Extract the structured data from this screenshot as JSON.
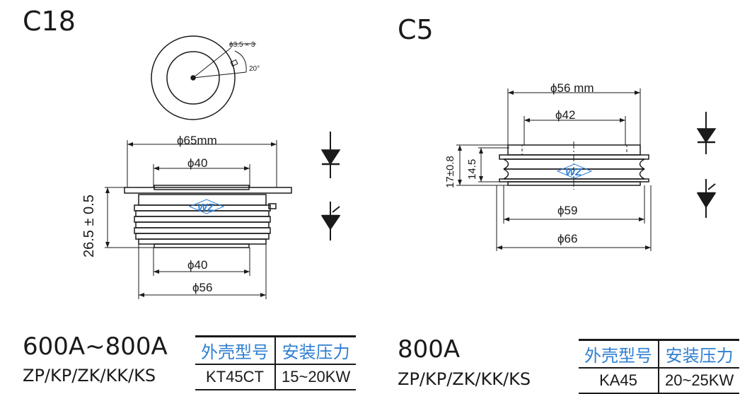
{
  "c18": {
    "title": "C18",
    "top_view": {
      "hole_label": "ϕ3.5 × 3",
      "angle_label": "20°"
    },
    "side_view": {
      "dim_top_outer": "ϕ65mm",
      "dim_top_inner": "ϕ40",
      "dim_height": "26.5 ± 0.5",
      "dim_bottom_inner": "ϕ40",
      "dim_bottom_outer": "ϕ56",
      "logo": "WZ"
    },
    "rating": "600A~800A",
    "types": "ZP/KP/ZK/KK/KS",
    "table": {
      "headers": [
        "外壳型号",
        "安装压力"
      ],
      "row": [
        "KT45CT",
        "15~20KW"
      ]
    }
  },
  "c5": {
    "title": "C5",
    "side_view": {
      "dim_top_outer": "ϕ56 mm",
      "dim_top_inner": "ϕ42",
      "dim_height_outer": "17±0.8",
      "dim_height_inner": "14.5",
      "dim_bottom_inner": "ϕ59",
      "dim_bottom_outer": "ϕ66",
      "logo": "WZ"
    },
    "rating": "800A",
    "types": "ZP/KP/ZK/KK/KS",
    "table": {
      "headers": [
        "外壳型号",
        "安装压力"
      ],
      "row": [
        "KA45",
        "20~25KW"
      ]
    }
  },
  "colors": {
    "line": "#1a1a1a",
    "table_header": "#2f7fd2",
    "logo": "#2f7fd2"
  }
}
